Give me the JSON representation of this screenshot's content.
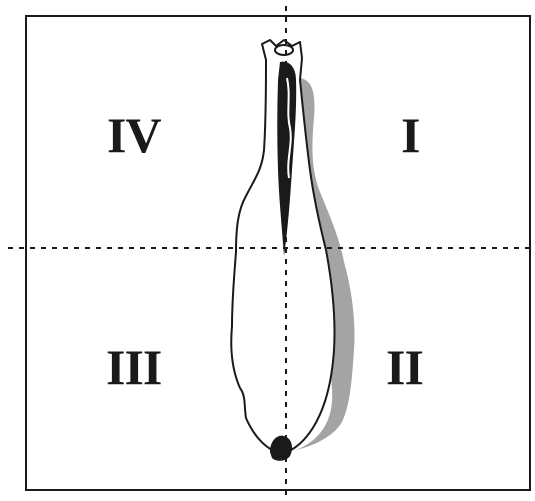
{
  "quadrants": {
    "top_left": "IV",
    "top_right": "I",
    "bottom_left": "III",
    "bottom_right": "II"
  },
  "colors": {
    "line": "#1a1a1a",
    "shadow": "#9a9a9a",
    "fill": "#ffffff"
  }
}
